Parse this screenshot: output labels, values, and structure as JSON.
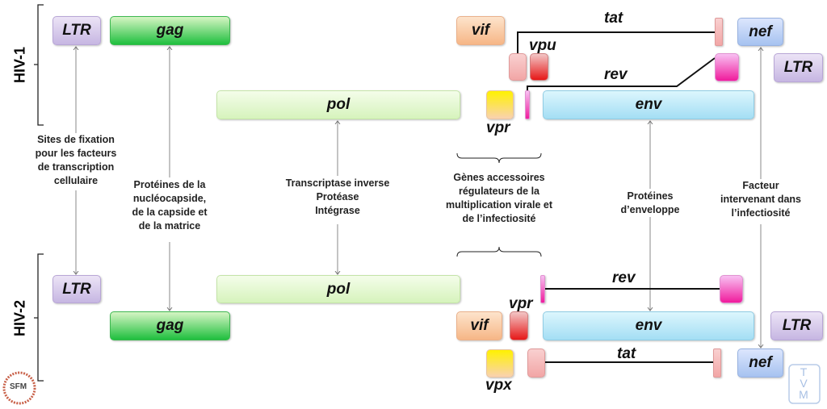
{
  "groups": {
    "hiv1": "HIV-1",
    "hiv2": "HIV-2"
  },
  "genes": {
    "ltr": "LTR",
    "gag": "gag",
    "pol": "pol",
    "vif": "vif",
    "vpr": "vpr",
    "vpu": "vpu",
    "vpx": "vpx",
    "tat": "tat",
    "rev": "rev",
    "env": "env",
    "nef": "nef"
  },
  "notes": {
    "ltr": [
      "Sites de fixation",
      "pour les facteurs",
      "de transcription",
      "cellulaire"
    ],
    "gag": [
      "Protéines de la",
      "nucléocapside,",
      "de la capside et",
      "de la matrice"
    ],
    "pol": [
      "Transcriptase inverse",
      "Protéase",
      "Intégrase"
    ],
    "accessory": [
      "Gènes accessoires",
      "régulateurs de la",
      "multiplication virale et",
      "de l’infectiosité"
    ],
    "env": [
      "Protéines",
      "d’enveloppe"
    ],
    "nef": [
      "Facteur",
      "intervenant dans",
      "l’infectiosité"
    ]
  },
  "logos": {
    "left": "SFM",
    "right": "TVM"
  },
  "colors": {
    "ltr": "#c6b6e2",
    "gag": "#1fbf3e",
    "pol": "#d6f3bc",
    "vif": "#f6b686",
    "env": "#a4def4",
    "nef": "#a6c2f0",
    "vpr": "#fff200",
    "vpu": "#e61818",
    "tat": "#f2a6a6",
    "rev": "#f01c9c"
  }
}
